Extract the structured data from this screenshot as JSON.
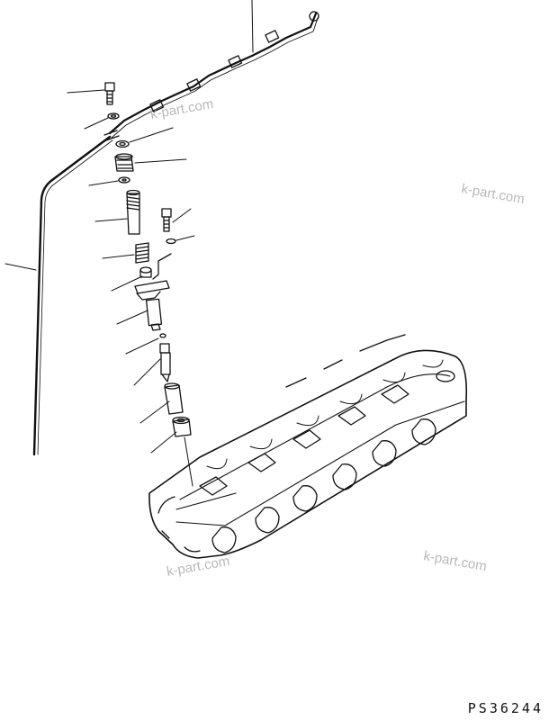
{
  "diagram_code": "PS36244",
  "watermarks": [
    "k-part.com",
    "k-part.com",
    "k-part.com",
    "k-part.com"
  ],
  "colors": {
    "line": "#111111",
    "watermark": "#b8b8b8",
    "background": "#ffffff"
  }
}
